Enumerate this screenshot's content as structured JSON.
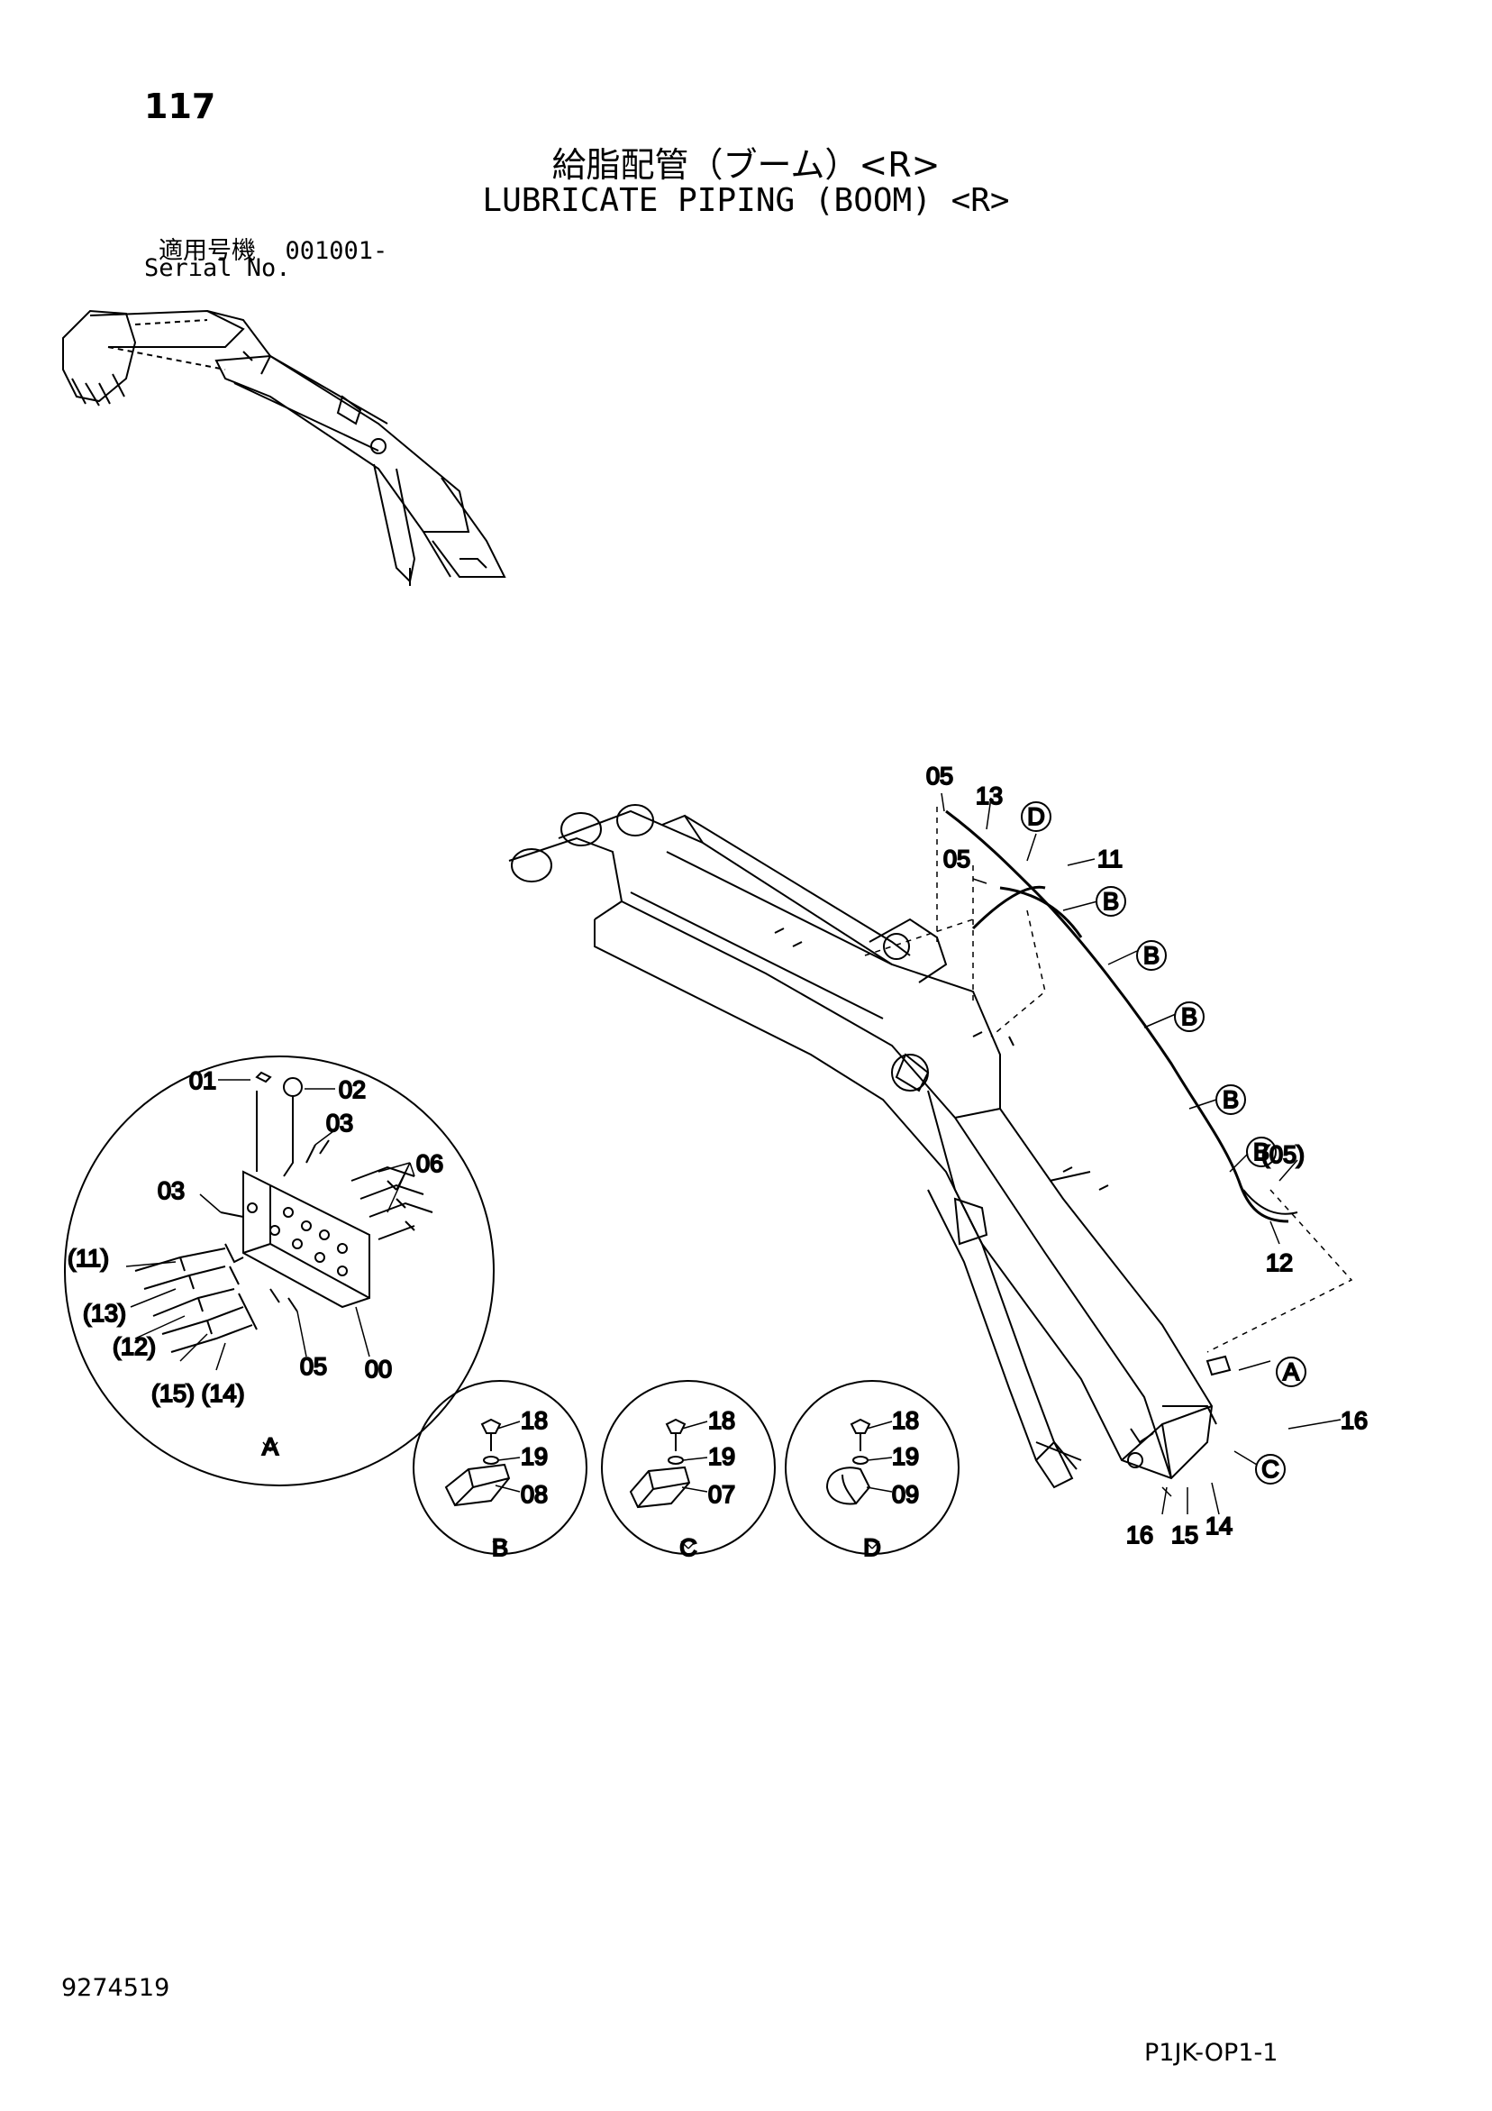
{
  "page": {
    "page_number": "117",
    "title_ja": "給脂配管（ブーム）<R>",
    "title_en": "LUBRICATE PIPING (BOOM) <R>",
    "serial_label_ja": "適用号機",
    "serial_value": "001001-",
    "serial_label_en": "Serial No.",
    "document_number": "9274519",
    "page_code": "P1JK-OP1-1"
  },
  "callouts": {
    "main": {
      "p05_top": "05",
      "p13": "13",
      "p05_mid": "05",
      "p11": "11",
      "p12": "12",
      "p05_paren": "(05)",
      "p16_right": "16",
      "p16_bottom": "16",
      "p15": "15",
      "p14": "14"
    },
    "detail_a": {
      "p01": "01",
      "p02": "02",
      "p03_upper": "03",
      "p03_left": "03",
      "p06": "06",
      "p11": "(11)",
      "p13": "(13)",
      "p12": "(12)",
      "p15_14": "(15) (14)",
      "p05": "05",
      "p00": "00"
    },
    "detail_b": {
      "p18": "18",
      "p19": "19",
      "p08": "08"
    },
    "detail_c": {
      "p18": "18",
      "p19": "19",
      "p07": "07"
    },
    "detail_d": {
      "p18": "18",
      "p19": "19",
      "p09": "09"
    }
  },
  "view_labels": {
    "a": "A",
    "b": "B",
    "c": "C",
    "d": "D"
  }
}
